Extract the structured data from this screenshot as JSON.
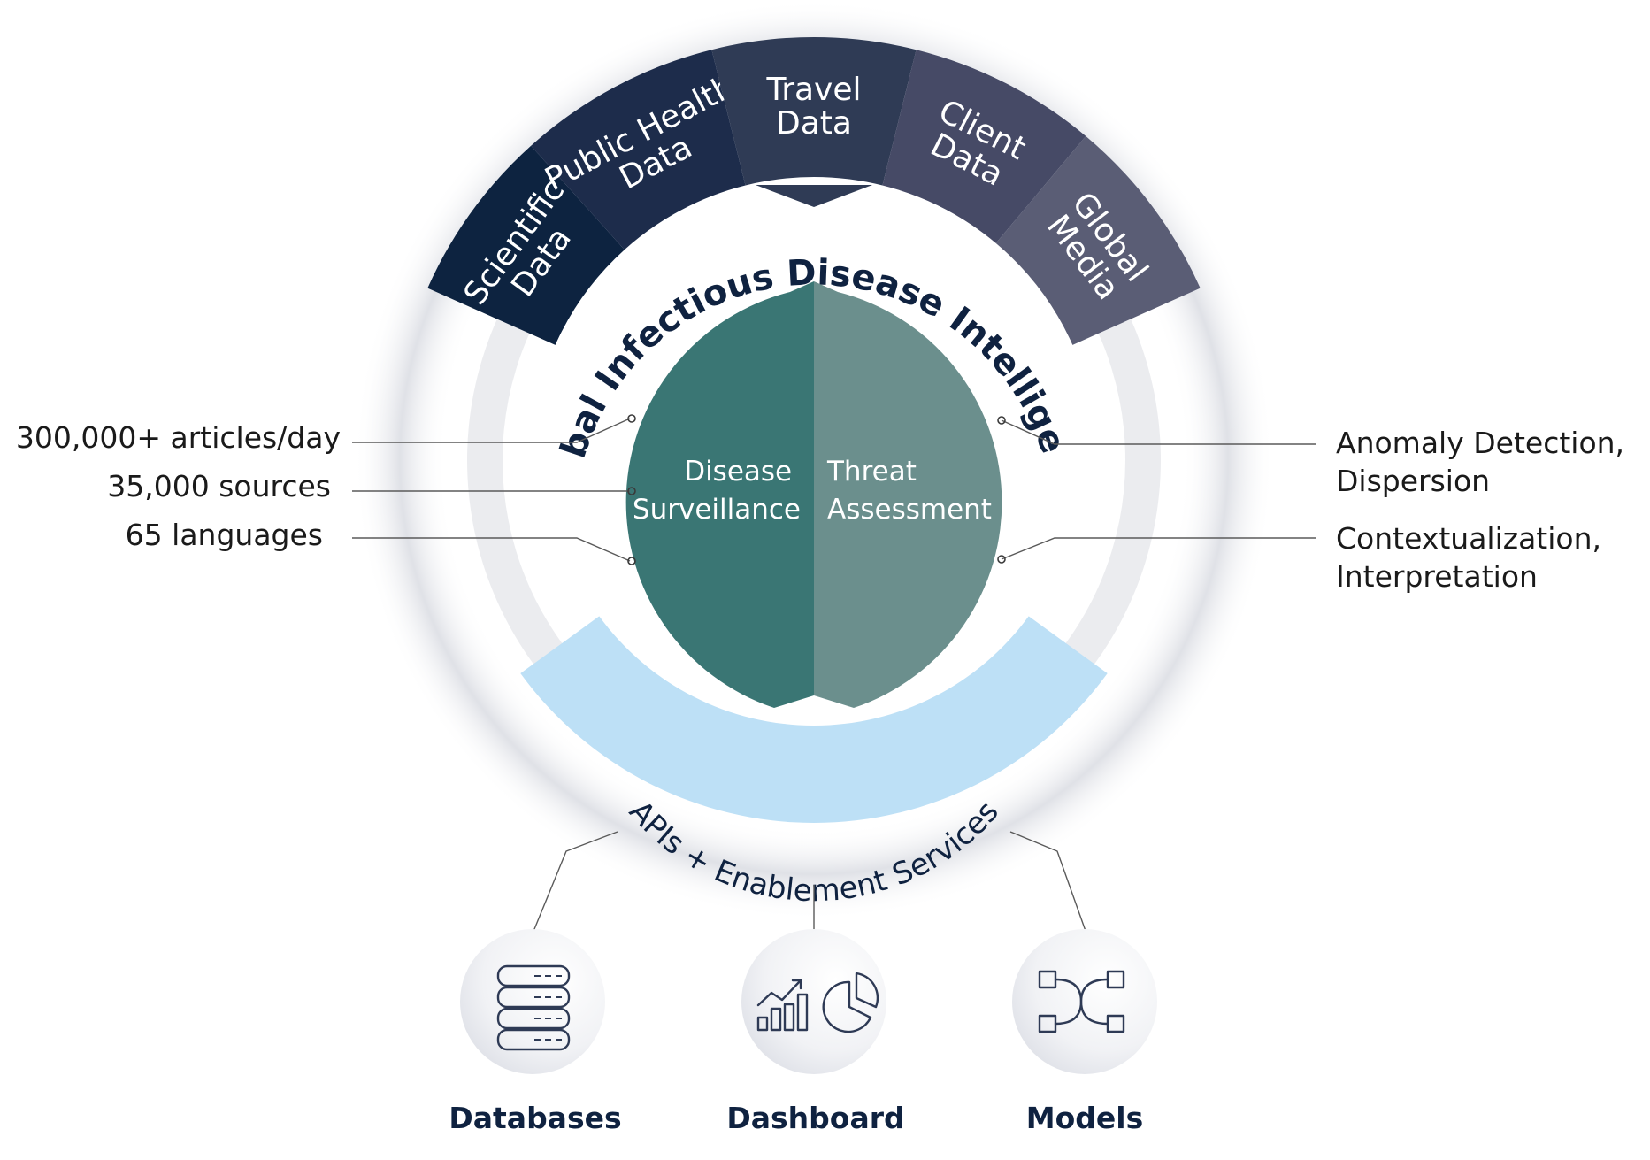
{
  "ring_title": "Global Infectious Disease Intelligence",
  "data_sources": [
    {
      "lines": [
        "Scientific",
        "Data"
      ],
      "color": "#0d2340"
    },
    {
      "lines": [
        "Public Health",
        "Data"
      ],
      "color": "#1d2c4b"
    },
    {
      "lines": [
        "Travel",
        "Data"
      ],
      "color": "#2f3b55"
    },
    {
      "lines": [
        "Client",
        "Data"
      ],
      "color": "#464a66"
    },
    {
      "lines": [
        "Global",
        "Media"
      ],
      "color": "#5a5d75"
    }
  ],
  "core": {
    "left": {
      "lines": [
        "Disease",
        "Surveillance"
      ],
      "color": "#3a7674"
    },
    "right": {
      "lines": [
        "Threat",
        "Assessment"
      ],
      "color": "#6b8f8d"
    }
  },
  "left_stats": [
    "300,000+ articles/day",
    "35,000 sources",
    "65 languages"
  ],
  "right_capabilities": [
    {
      "lines": [
        "Anomaly Detection,",
        "Dispersion"
      ]
    },
    {
      "lines": [
        "Contextualization,",
        "Interpretation"
      ]
    }
  ],
  "api_band": {
    "label": "APIs + Enablement Services",
    "color": "#bde0f6"
  },
  "outputs": [
    {
      "label": "Databases",
      "icon": "database-icon"
    },
    {
      "label": "Dashboard",
      "icon": "dashboard-icon"
    },
    {
      "label": "Models",
      "icon": "models-icon"
    }
  ]
}
